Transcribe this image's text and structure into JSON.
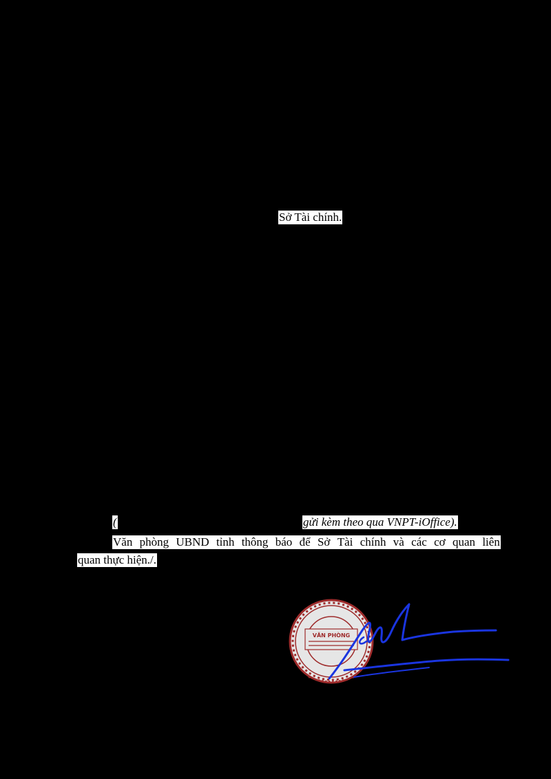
{
  "document": {
    "recipient_fragment": "Sở Tài chính.",
    "attachment_open_paren": "(",
    "attachment_note": "gửi kèm theo qua VNPT-iOffice).",
    "notice_line_1": "Văn phòng UBND tỉnh thông báo để Sở Tài chính và các cơ quan liên",
    "notice_line_2": "quan thực hiện./."
  },
  "seal": {
    "label": "VĂN PHÒNG",
    "color": "#b03030"
  },
  "signature": {
    "color": "#1a35e0"
  }
}
